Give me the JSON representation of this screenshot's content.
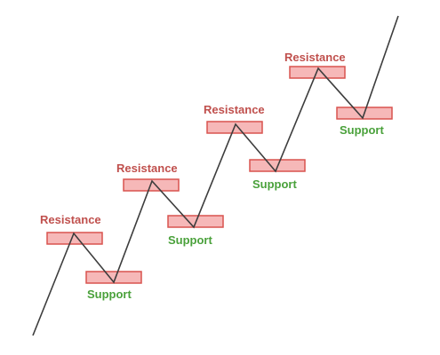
{
  "colors": {
    "resistance_text": "#c0504d",
    "support_text": "#4aa13b",
    "zone_fill": "#f6b8b8",
    "zone_border": "#d9534f",
    "line": "#3d3d3d"
  },
  "resistance_zones": [
    {
      "label": "Resistance"
    },
    {
      "label": "Resistance"
    },
    {
      "label": "Resistance"
    },
    {
      "label": "Resistance"
    }
  ],
  "support_zones": [
    {
      "label": "Support"
    },
    {
      "label": "Support"
    },
    {
      "label": "Support"
    },
    {
      "label": "Support"
    }
  ]
}
